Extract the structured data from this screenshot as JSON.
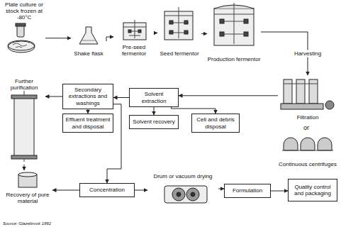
{
  "diagram": {
    "nodes": [
      {
        "text": [
          "Plate culture or stock frozen at -80°C"
        ]
      },
      {
        "text": [
          "Shake flask"
        ]
      },
      {
        "text": [
          "Pre-seed fermentor"
        ]
      },
      {
        "text": [
          "Seed fermentor"
        ]
      },
      {
        "text": [
          "Production fermentor"
        ]
      },
      {
        "text": [
          "Filtration"
        ]
      },
      {
        "text": [
          "Continuous centrifuges"
        ]
      },
      {
        "text": [
          "Secondary extractions and washings"
        ]
      },
      {
        "text": [
          "Solvent extraction"
        ]
      },
      {
        "text": [
          "Further purification"
        ]
      },
      {
        "text": [
          "Effluent treatment and disposal"
        ]
      },
      {
        "text": [
          "Solvent recovery"
        ]
      },
      {
        "text": [
          "Cell and debris disposal"
        ]
      },
      {
        "text": [
          "Recovery of pure material"
        ]
      },
      {
        "text": [
          "Concentration"
        ]
      },
      {
        "text": [
          "Drum or vacuum drying"
        ]
      },
      {
        "text": [
          "Formulation"
        ]
      },
      {
        "text": [
          "Quality control and packaging"
        ]
      }
    ],
    "edges": [
      {
        "from": 0,
        "to": 1,
        "arrow": "to"
      },
      {
        "from": 1,
        "to": 2,
        "arrow": "to"
      },
      {
        "from": 2,
        "to": 3,
        "arrow": "to"
      },
      {
        "from": 3,
        "to": 4,
        "arrow": "to"
      },
      {
        "from": 4,
        "to": 5,
        "label": "Harvesting",
        "arrow": "to"
      },
      {
        "from": 5,
        "to": 8,
        "arrow": "to"
      },
      {
        "from": 8,
        "to": 7,
        "arrow": "to"
      },
      {
        "from": 8,
        "to": 11,
        "arrow": "to"
      },
      {
        "from": 8,
        "to": 12,
        "arrow": "to"
      },
      {
        "from": 7,
        "to": 10,
        "arrow": "to"
      },
      {
        "from": 7,
        "to": 9,
        "arrow": "to"
      },
      {
        "from": 9,
        "to": 13,
        "arrow": "to"
      },
      {
        "from": 7,
        "to": 14,
        "arrow": "to"
      },
      {
        "from": 14,
        "to": 13,
        "arrow": "to"
      },
      {
        "from": 14,
        "to": 15,
        "arrow": "to"
      },
      {
        "from": 15,
        "to": 16,
        "arrow": "to"
      },
      {
        "from": 16,
        "to": 17,
        "arrow": "to"
      }
    ],
    "labels": [
      "or",
      "Source: Glazebrook 1992"
    ]
  }
}
